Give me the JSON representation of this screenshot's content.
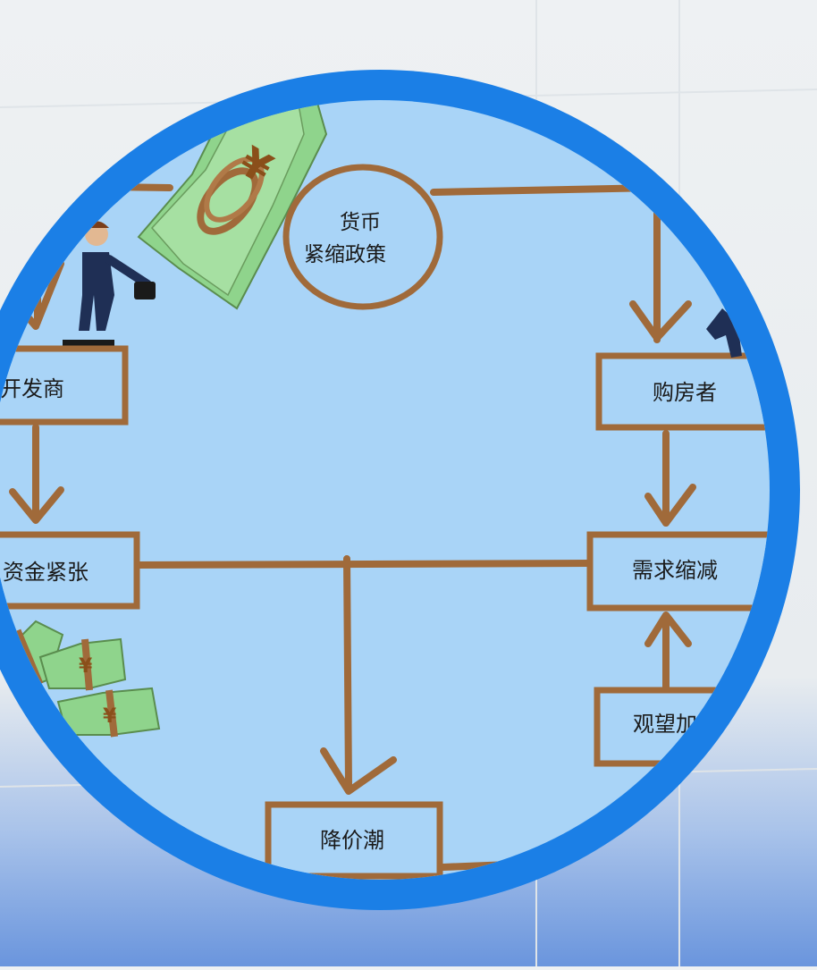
{
  "diagram": {
    "policy": {
      "line1": "货币",
      "line2": "紧缩政策"
    },
    "nodes": {
      "developer": "开发商",
      "buyer": "购房者",
      "funding_tight": "资金紧张",
      "demand_reduced": "需求缩减",
      "wait_and_see": "观望加",
      "price_cut_wave": "降价潮"
    },
    "currency_symbol": "¥"
  },
  "colors": {
    "circle_ring": "#1b7fe6",
    "circle_fill": "#a9d4f7",
    "rope": "#a06a3a",
    "money": "#8fd48c"
  }
}
